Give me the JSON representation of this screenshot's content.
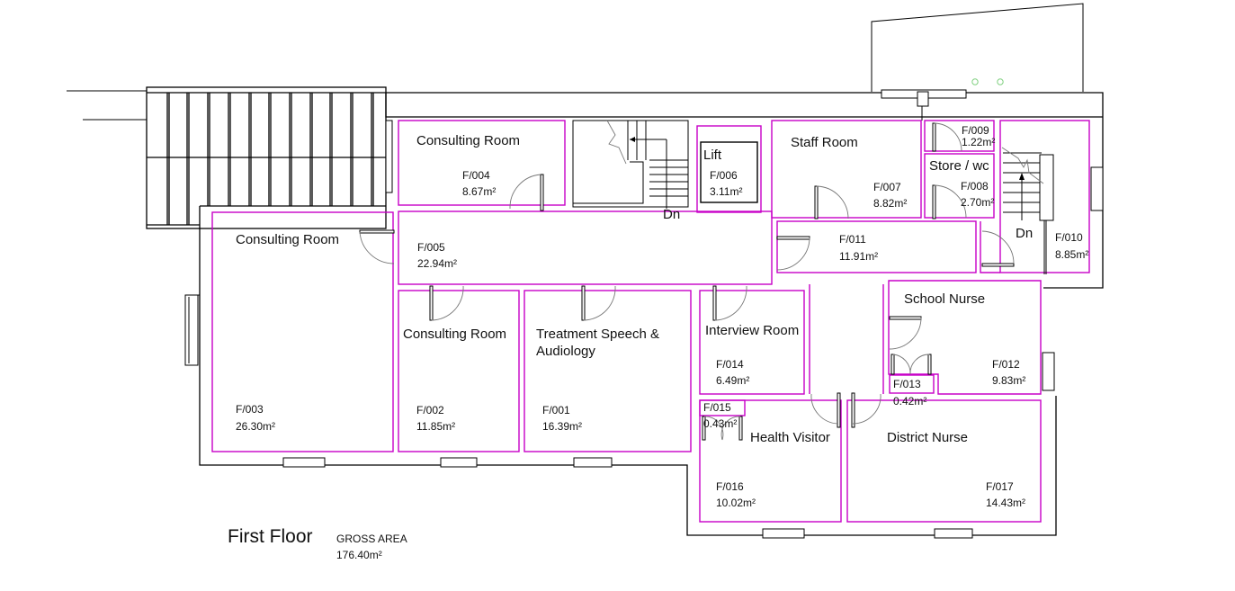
{
  "drawing": {
    "title": "First Floor",
    "gross_area_label": "GROSS AREA",
    "gross_area_value": "176.40m²",
    "colors": {
      "room_outline": "#c800c8",
      "walls": "#000000",
      "fixtures": "#7fd07f"
    }
  },
  "stairs": {
    "down_label_1": "Dn",
    "down_label_2": "Dn"
  },
  "rooms": [
    {
      "id": "F/001",
      "name": "Treatment Speech &",
      "name2": "Audiology",
      "area": "16.39m²"
    },
    {
      "id": "F/002",
      "name": "Consulting Room",
      "area": "11.85m²"
    },
    {
      "id": "F/003",
      "name": "Consulting Room",
      "area": "26.30m²"
    },
    {
      "id": "F/004",
      "name": "Consulting Room",
      "area": "8.67m²"
    },
    {
      "id": "F/005",
      "name": "",
      "area": "22.94m²"
    },
    {
      "id": "F/006",
      "name": "Lift",
      "area": "3.11m²"
    },
    {
      "id": "F/007",
      "name": "Staff Room",
      "area": "8.82m²"
    },
    {
      "id": "F/008",
      "name": "Store / wc",
      "area": "2.70m²"
    },
    {
      "id": "F/009",
      "name": "",
      "area": "1.22m²"
    },
    {
      "id": "F/010",
      "name": "",
      "area": "8.85m²"
    },
    {
      "id": "F/011",
      "name": "",
      "area": "11.91m²"
    },
    {
      "id": "F/012",
      "name": "School Nurse",
      "area": "9.83m²"
    },
    {
      "id": "F/013",
      "name": "",
      "area": "0.42m²"
    },
    {
      "id": "F/014",
      "name": "Interview Room",
      "area": "6.49m²"
    },
    {
      "id": "F/015",
      "name": "",
      "area": "0.43m²"
    },
    {
      "id": "F/016",
      "name": "Health Visitor",
      "area": "10.02m²"
    },
    {
      "id": "F/017",
      "name": "District Nurse",
      "area": "14.43m²"
    }
  ]
}
